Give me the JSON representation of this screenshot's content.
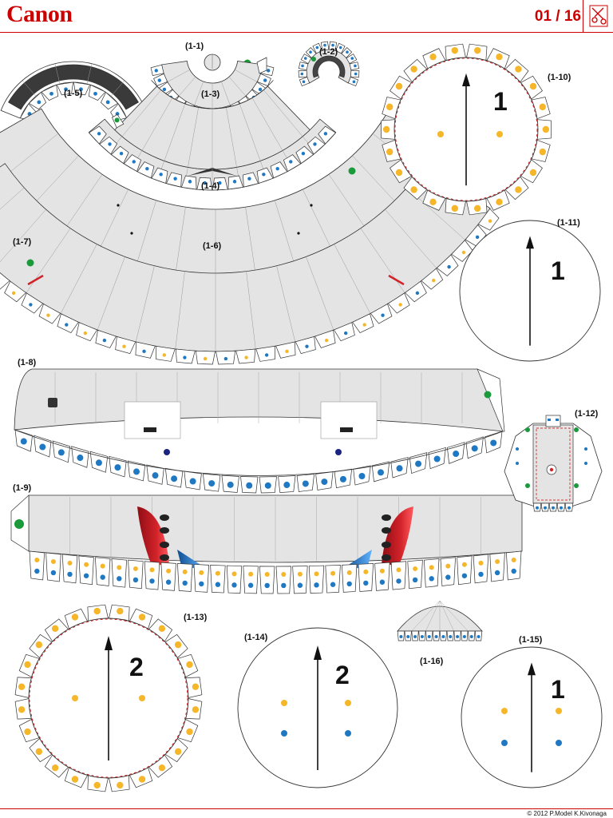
{
  "header": {
    "brand": "Canon",
    "page_number": "01 / 16"
  },
  "parts": [
    {
      "id": "p1_1",
      "label": "(1-1)"
    },
    {
      "id": "p1_2",
      "label": "(1-2)"
    },
    {
      "id": "p1_3",
      "label": "(1-3)"
    },
    {
      "id": "p1_4",
      "label": "(1-4)"
    },
    {
      "id": "p1_5",
      "label": "(1-5)"
    },
    {
      "id": "p1_6",
      "label": "(1-6)"
    },
    {
      "id": "p1_7",
      "label": "(1-7)"
    },
    {
      "id": "p1_8",
      "label": "(1-8)"
    },
    {
      "id": "p1_9",
      "label": "(1-9)"
    },
    {
      "id": "p1_10",
      "label": "(1-10)"
    },
    {
      "id": "p1_11",
      "label": "(1-11)"
    },
    {
      "id": "p1_12",
      "label": "(1-12)"
    },
    {
      "id": "p1_13",
      "label": "(1-13)"
    },
    {
      "id": "p1_14",
      "label": "(1-14)"
    },
    {
      "id": "p1_15",
      "label": "(1-15)"
    },
    {
      "id": "p1_16",
      "label": "(1-16)"
    }
  ],
  "disc_numbers": {
    "disc_1_10": "1",
    "disc_1_11": "1",
    "disc_1_13": "2",
    "disc_1_14": "2",
    "disc_1_15": "1"
  },
  "footer": {
    "copyright": "© 2012 P.Model K.Kivonaga"
  },
  "colors": {
    "brand_red": "#cc0000",
    "glue_yellow": "#f5b62a",
    "glue_blue": "#1f78c1",
    "glue_green": "#1a9a3a",
    "part_gray": "#e4e4e4",
    "livery_red": "#d2232a",
    "livery_blue": "#1b6fc0"
  },
  "icons": {
    "brand_mark": "scissors-icon"
  }
}
